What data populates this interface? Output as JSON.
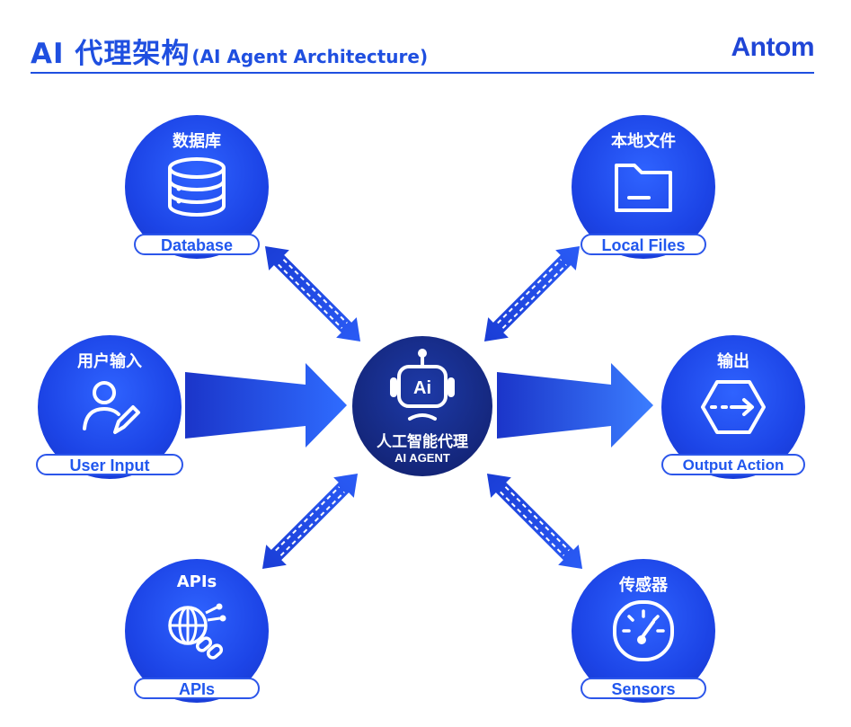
{
  "header": {
    "title_main": "AI 代理架构",
    "title_sub": "(AI Agent Architecture)",
    "brand": "Antom"
  },
  "center": {
    "title": "人工智能代理",
    "subtitle": "AI AGENT",
    "icon_text": "Ai",
    "icon": "robot-icon"
  },
  "nodes": {
    "database": {
      "title": "数据库",
      "label": "Database",
      "icon": "database-icon"
    },
    "local_files": {
      "title": "本地文件",
      "label": "Local Files",
      "icon": "folder-icon"
    },
    "user_input": {
      "title": "用户输入",
      "label": "User Input",
      "icon": "user-edit-icon"
    },
    "output_action": {
      "title": "输出",
      "label": "Output Action",
      "icon": "exit-arrow-icon"
    },
    "apis": {
      "title": "APIs",
      "label": "APIs",
      "icon": "api-globe-link-icon"
    },
    "sensors": {
      "title": "传感器",
      "label": "Sensors",
      "icon": "gauge-icon"
    }
  },
  "colors": {
    "primary": "#1f4fe0",
    "node_fill": "#1c44e6",
    "center_fill": "#15287f",
    "label_text": "#2157ee"
  }
}
